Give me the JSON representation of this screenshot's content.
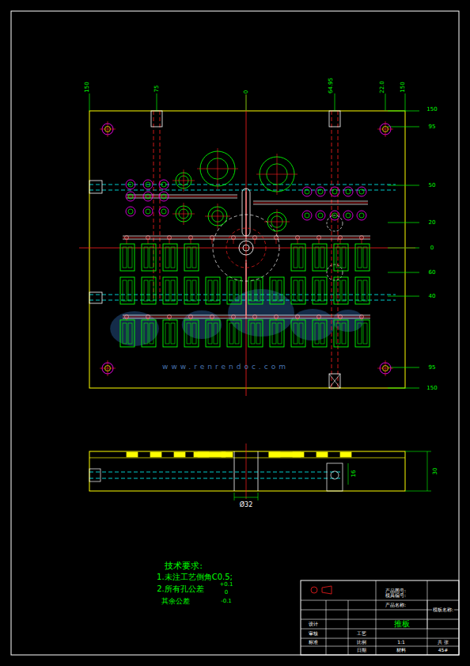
{
  "diagram": {
    "labels": [
      "150",
      "75",
      "0",
      "64.95",
      "22.0",
      "150",
      "150",
      "95",
      "50",
      "20",
      "0",
      "60",
      "40",
      "95",
      "150",
      "Ø32",
      "16",
      "30",
      "技术要求:",
      "1.未注工艺倒角C0.5;",
      "2.所有孔公差",
      "+0.1",
      "0",
      "其余公差",
      "-0.1",
      "产品图号:",
      "模具编号:",
      "产品名称:",
      "推板",
      "模板名称:",
      "设计",
      "审核",
      "标准",
      "工艺",
      "日期",
      "比例",
      "1:1",
      "共 张",
      "材料",
      "45#",
      "www.renrendoc.com"
    ]
  }
}
